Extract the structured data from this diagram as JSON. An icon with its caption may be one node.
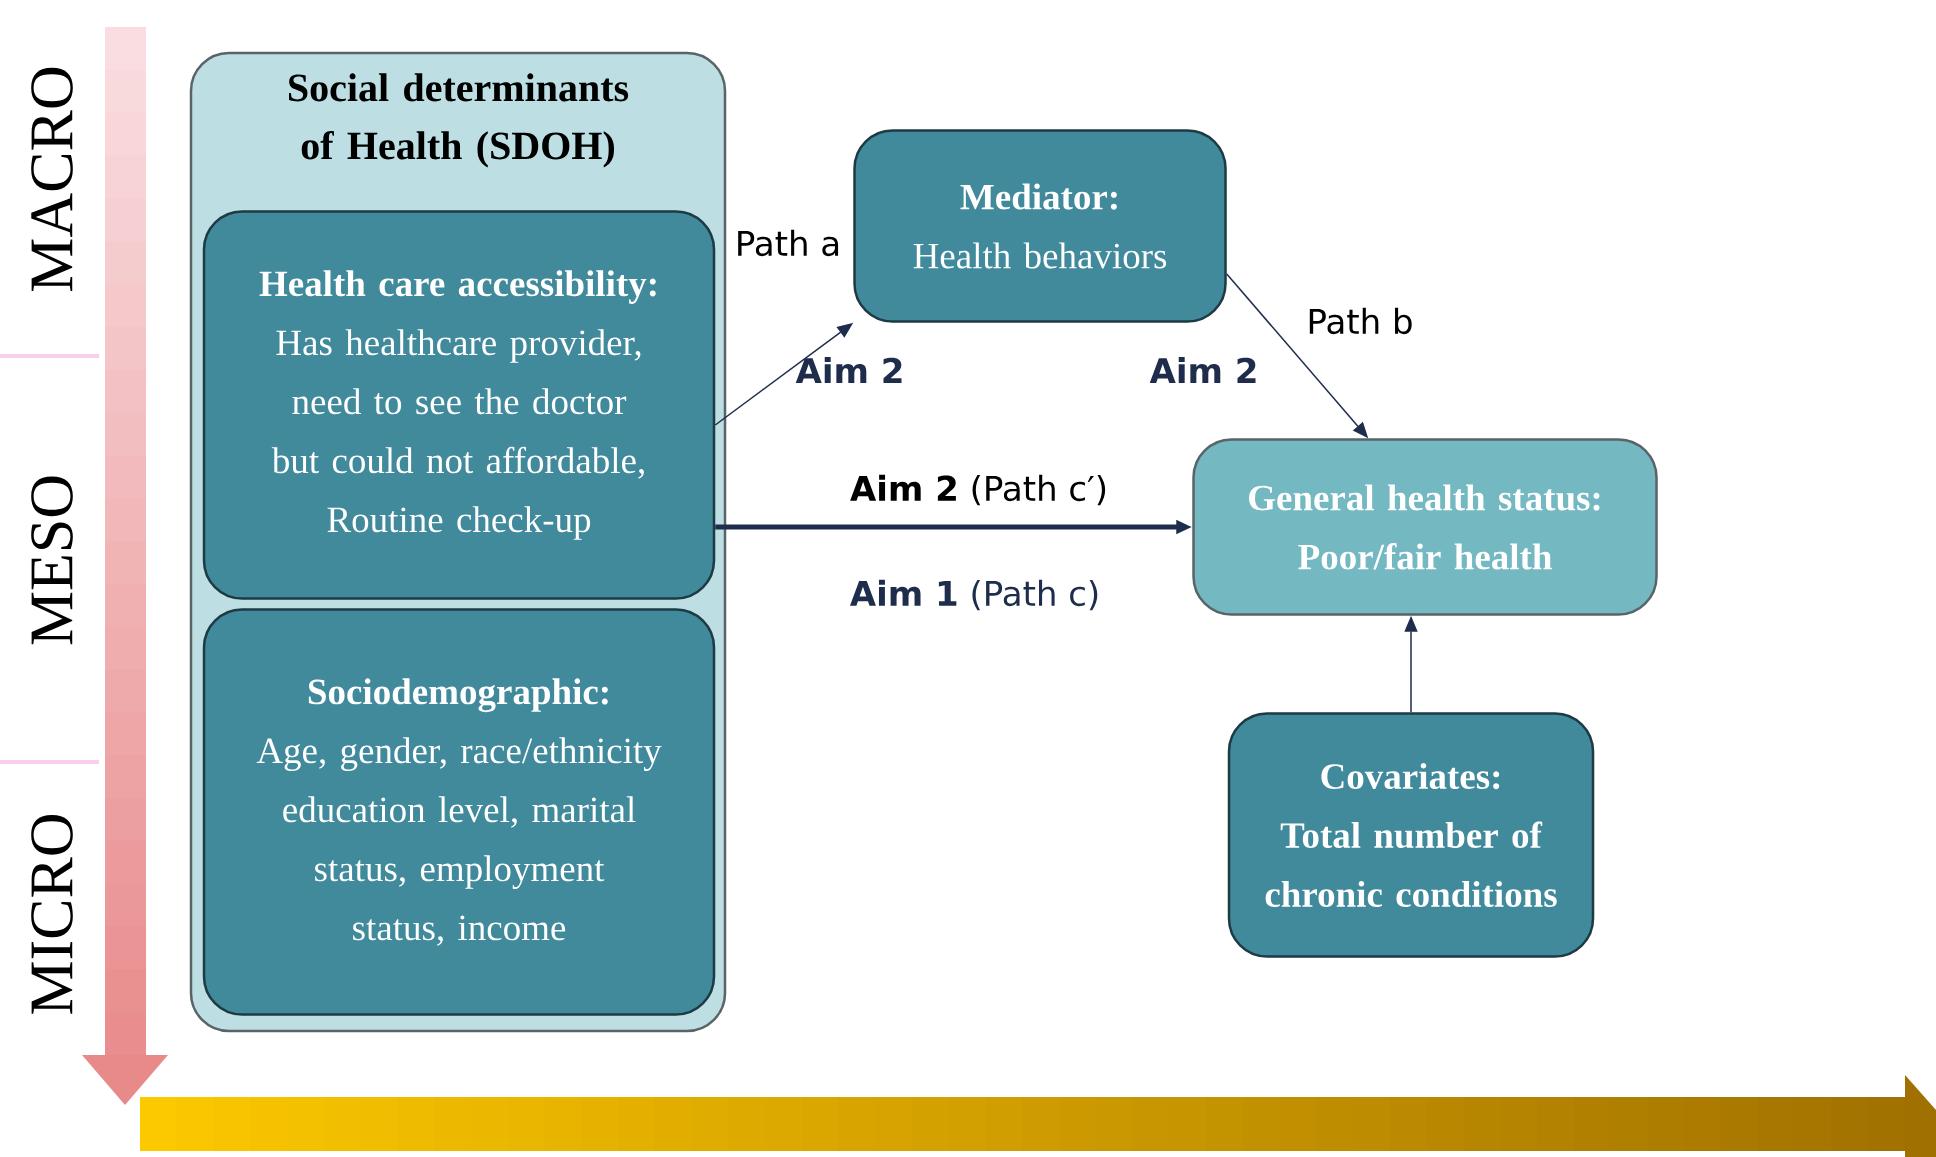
{
  "diagram": {
    "nodes": [
      {
        "text": [
          "Social determinants of Health (SDOH)"
        ]
      },
      {
        "text": [
          "Health care accessibility:",
          "Has healthcare provider, need to see the doctor but could not affordable, Routine check-up"
        ],
        "in": 0
      },
      {
        "text": [
          "Sociodemographic:",
          "Age, gender, race/ethnicity education level, marital status, employment status, income"
        ],
        "in": 0
      },
      {
        "text": [
          "Mediator:",
          "Health behaviors"
        ]
      },
      {
        "text": [
          "General health status:",
          "Poor/fair health"
        ]
      },
      {
        "text": [
          "Covariates:",
          "Total number of chronic conditions"
        ]
      }
    ],
    "edges": [
      {
        "from": 1,
        "to": 3,
        "arrow": "to",
        "label": "Path a"
      },
      {
        "from": 3,
        "to": 4,
        "arrow": "to",
        "label": "Path b"
      },
      {
        "from": 1,
        "to": 4,
        "arrow": "to",
        "label": "**Aim 2** (Path c′)",
        "style": "thick"
      },
      {
        "from": 5,
        "to": 4,
        "arrow": "to"
      }
    ],
    "labels": [
      "MACRO",
      "MESO",
      "MICRO",
      "Aim 2",
      "Aim 2",
      "**Aim 1** (Path c)"
    ]
  }
}
